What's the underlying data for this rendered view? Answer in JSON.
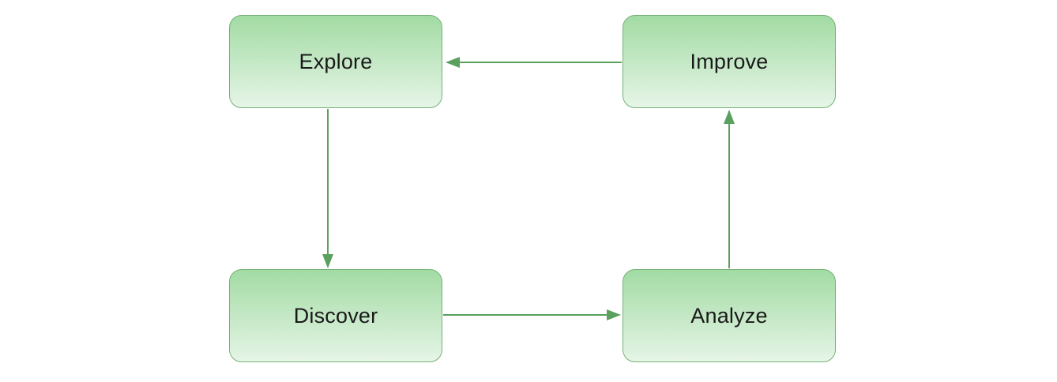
{
  "diagram": {
    "type": "flowchart-cycle",
    "nodes": [
      {
        "id": "explore",
        "label": "Explore"
      },
      {
        "id": "improve",
        "label": "Improve"
      },
      {
        "id": "discover",
        "label": "Discover"
      },
      {
        "id": "analyze",
        "label": "Analyze"
      }
    ],
    "edges": [
      {
        "from": "improve",
        "to": "explore",
        "direction": "left"
      },
      {
        "from": "explore",
        "to": "discover",
        "direction": "down"
      },
      {
        "from": "discover",
        "to": "analyze",
        "direction": "right"
      },
      {
        "from": "analyze",
        "to": "improve",
        "direction": "up"
      }
    ],
    "colors": {
      "node_border": "#74b276",
      "node_fill_top": "#a2dba3",
      "node_fill_bottom": "#e6f5e7",
      "arrow": "#5aa05e",
      "text": "#1a1a1a",
      "background": "#ffffff"
    }
  }
}
